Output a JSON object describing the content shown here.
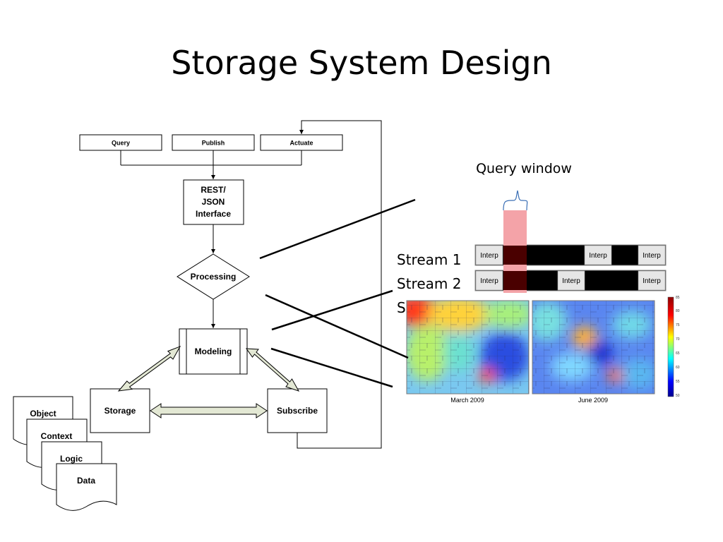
{
  "title": "Storage System Design",
  "diagram": {
    "query": "Query",
    "publish": "Publish",
    "actuate": "Actuate",
    "rest_interface": [
      "REST/",
      "JSON",
      "Interface"
    ],
    "processing": "Processing",
    "modeling": "Modeling",
    "storage": "Storage",
    "subscribe": "Subscribe",
    "docs": [
      "Object",
      "Context",
      "Logic",
      "Data"
    ]
  },
  "streams": {
    "query_window_label": "Query window",
    "stream1_label": "Stream 1",
    "stream2_label": "Stream 2",
    "stream3_label_partial": "S",
    "interp": "Interp"
  },
  "heatmaps": {
    "left_caption": "March 2009",
    "right_caption": "June 2009",
    "colorbar_ticks": [
      "85",
      "80",
      "75",
      "70",
      "65",
      "60",
      "55",
      "50"
    ]
  },
  "colors": {
    "window": "#f4a3a8",
    "window_overlap": "#4a0000",
    "arrow_fill": "#e3e8d4"
  }
}
